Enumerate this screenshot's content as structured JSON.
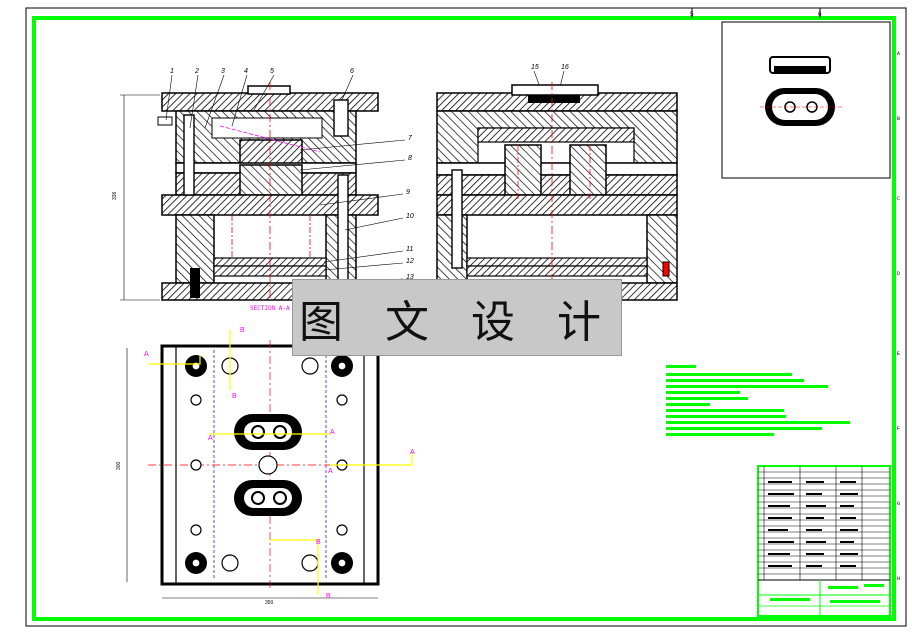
{
  "border_zones_top": [
    "5",
    "6"
  ],
  "border_zones_right": [
    "A",
    "B",
    "C",
    "D",
    "E",
    "F",
    "G",
    "H"
  ],
  "part_numbers": [
    "1",
    "2",
    "3",
    "4",
    "5",
    "6",
    "7",
    "8",
    "9",
    "10",
    "11",
    "12",
    "13",
    "15",
    "16"
  ],
  "section_label": "SECTION A-A",
  "view_marks": {
    "a": "A",
    "b": "B"
  },
  "watermark": "图 文 设 计",
  "colors": {
    "frame": "#00ff00",
    "line": "#000000",
    "dim": "#ff00ff",
    "axis": "#ff0000",
    "note_text": "#00ff00",
    "section": "#ffff00"
  }
}
